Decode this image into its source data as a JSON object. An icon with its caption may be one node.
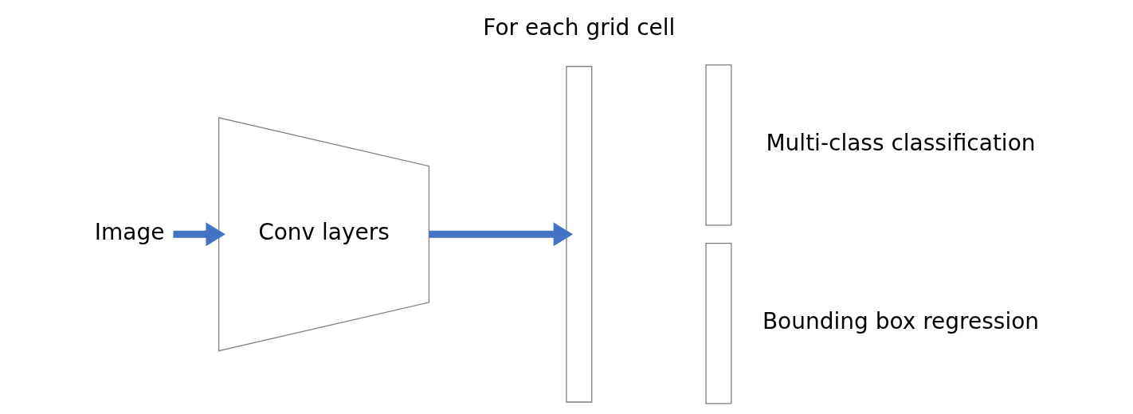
{
  "diagram": {
    "nodes": [
      {
        "text": [
          "Image"
        ]
      },
      {
        "text": [
          "Conv layers"
        ]
      },
      {
        "text": [],
        "shape": "bar"
      },
      {
        "text": [],
        "shape": "bar",
        "beside": [
          "Multi-class classification"
        ]
      },
      {
        "text": [],
        "shape": "bar",
        "beside": [
          "Bounding box regression"
        ]
      }
    ],
    "edges": [
      {
        "from": 0,
        "to": 1,
        "arrow": "to"
      },
      {
        "from": 1,
        "to": 2,
        "arrow": "to"
      }
    ],
    "labels": [
      "For each grid cell"
    ]
  }
}
